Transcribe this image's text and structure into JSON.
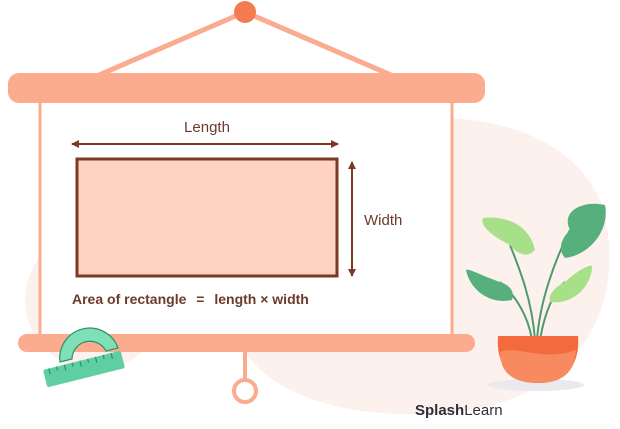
{
  "diagram": {
    "length_label": "Length",
    "width_label": "Width",
    "formula": {
      "prefix": "Area of rectangle",
      "equals": "=",
      "rhs": "length × width"
    }
  },
  "brand": {
    "name_bold": "Splash",
    "name_regular": "Learn"
  },
  "colors": {
    "frame": "#fbab8e",
    "rectangle_fill": "#ffd3c1",
    "rectangle_stroke": "#7a3b22",
    "text": "#6b3a2a",
    "leaf": "#57b07c",
    "pot": "#f46a3f",
    "protractor": "#5fcfa2"
  }
}
